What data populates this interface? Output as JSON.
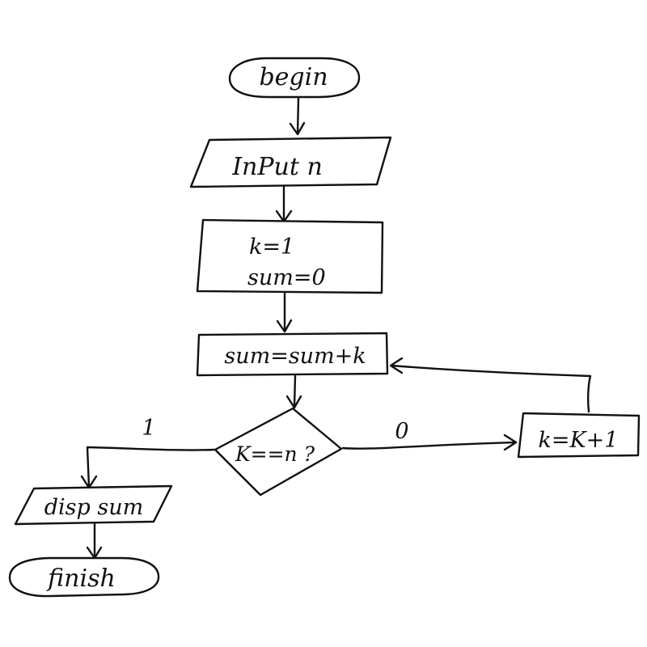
{
  "nodes": {
    "begin": "begin",
    "input": "InPut n",
    "init_k": "k=1",
    "init_sum": "sum=0",
    "accumulate": "sum=sum+k",
    "condition": "K==n ?",
    "increment": "k=K+1",
    "display": "disp sum",
    "finish": "finish"
  },
  "edges": {
    "true_label": "1",
    "false_label": "0"
  }
}
